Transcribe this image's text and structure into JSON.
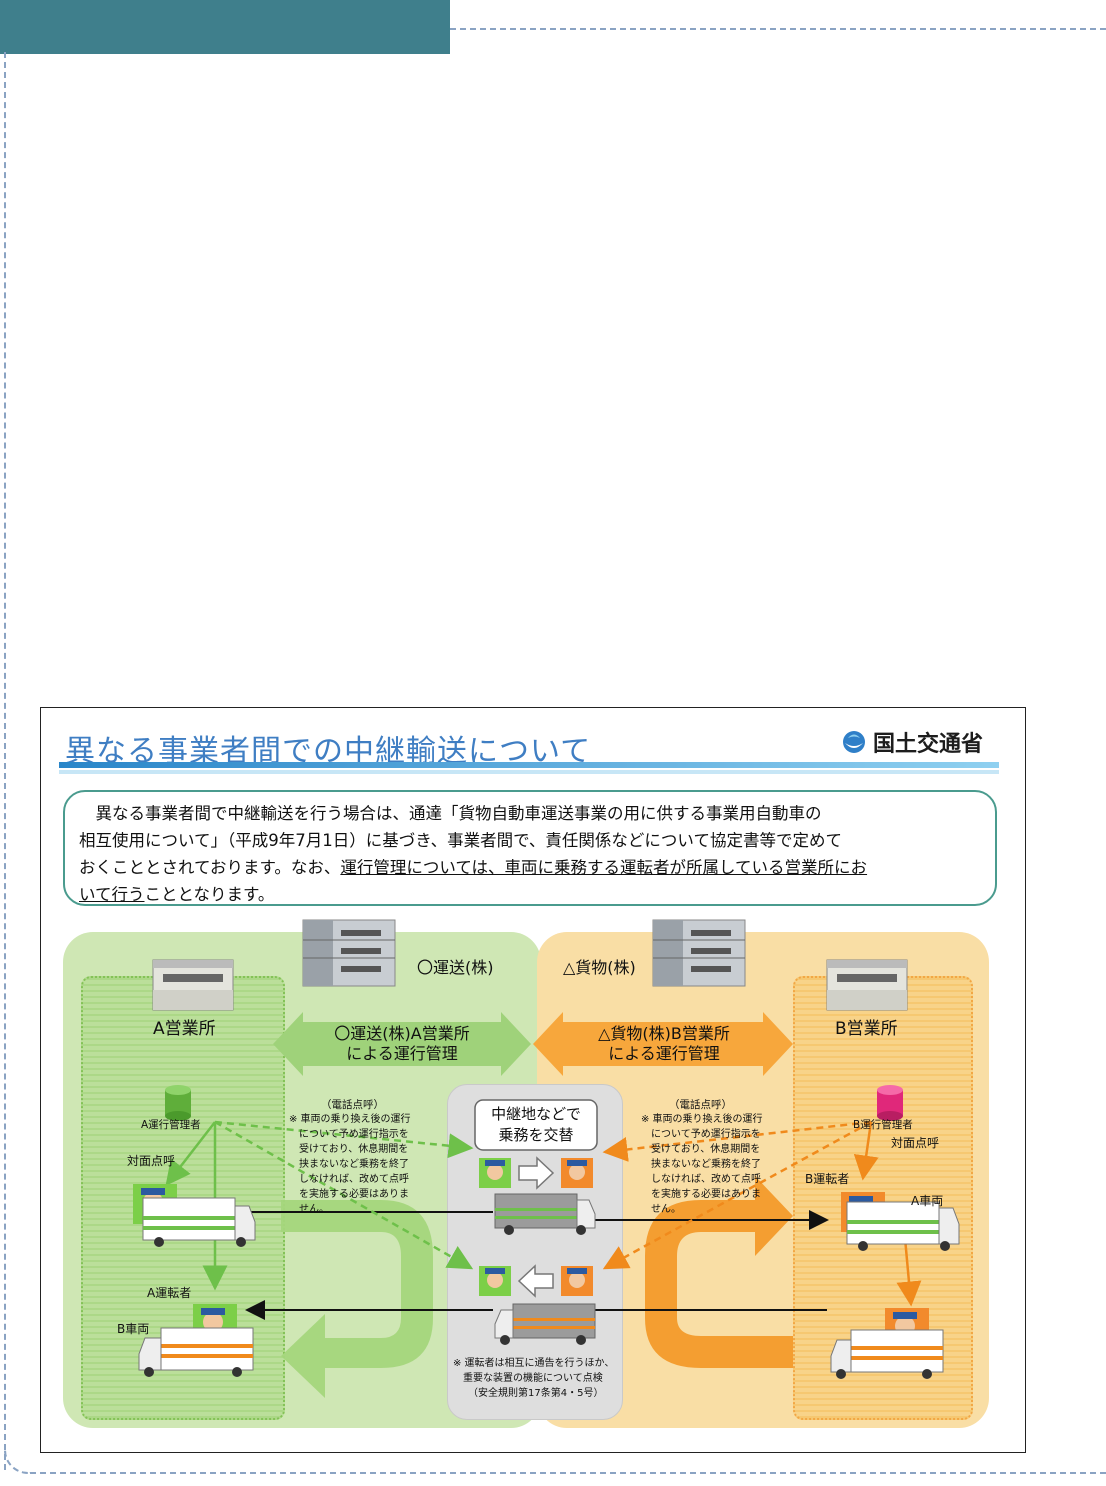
{
  "page": {
    "accent": "#3f7f8c",
    "frame_color": "#8aa3c3"
  },
  "slide": {
    "title": "異なる事業者間での中継輸送について",
    "ministry": "国土交通省",
    "intro_1": "　異なる事業者間で中継輸送を行う場合は、通達「貨物自動車運送事業の用に供する事業用自動車の",
    "intro_2": "相互使用について」（平成9年7月1日）に基づき、事業者間で、責任関係などについて協定書等で定めて",
    "intro_3a": "おくこととされております。なお、",
    "intro_3b": "運行管理については、車両に乗務する運転者が所属している営業所にお",
    "intro_4a": "いて行う",
    "intro_4b": "こととなります。"
  },
  "diagram": {
    "company_a": "〇運送(株)",
    "company_b": "△貨物(株)",
    "office_a": "A営業所",
    "office_b": "B営業所",
    "mgmt_a_1": "〇運送(株)A営業所",
    "mgmt_a_2": "による運行管理",
    "mgmt_b_1": "△貨物(株)B営業所",
    "mgmt_b_2": "による運行管理",
    "manager_a": "A運行管理者",
    "manager_b": "B運行管理者",
    "phone_call_a": "（電話点呼）",
    "phone_call_b": "（電話点呼）",
    "note_a": "※ 車両の乗り換え後の運行\n　について予め運行指示を\n　受けており、休息期間を\n　挟まないなど乗務を終了\n　しなければ、改めて点呼\n　を実施する必要はありま\n　せん。",
    "note_b": "※ 車両の乗り換え後の運行\n　について予め運行指示を\n　受けており、休息期間を\n　挟まないなど乗務を終了\n　しなければ、改めて点呼\n　を実施する必要はありま\n　せん。",
    "face_call_a": "対面点呼",
    "face_call_b": "対面点呼",
    "relay_1": "中継地などで",
    "relay_2": "乗務を交替",
    "driver_a": "A運転者",
    "vehicle_b_left": "B車両",
    "driver_b": "B運転者",
    "vehicle_a_right": "A車両",
    "relay_note": "※ 運転者は相互に通告を行うほか、\n　重要な装置の機能について点検\n　　（安全規則第17条第4・5号）"
  }
}
